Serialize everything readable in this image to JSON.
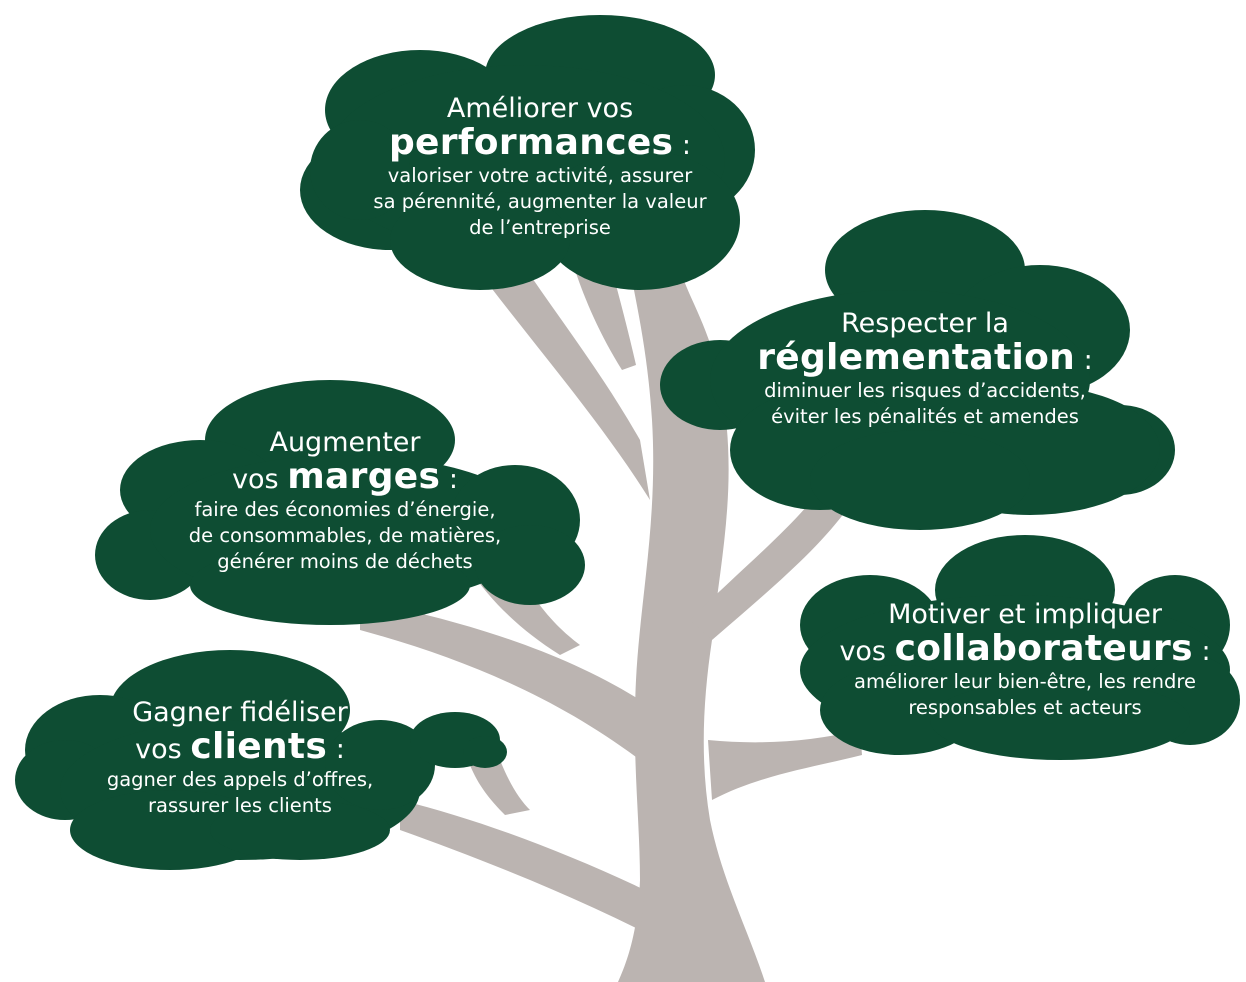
{
  "colors": {
    "canopy": "#0e4d33",
    "trunk": "#bbb4b1",
    "text": "#ffffff",
    "background": "#ffffff"
  },
  "clouds": {
    "performances": {
      "line1": "Améliorer vos",
      "pre": "",
      "keyword": "performances",
      "colon": ":",
      "description": [
        "valoriser votre activité, assurer",
        "sa pérennité, augmenter la valeur",
        "de l’entreprise"
      ]
    },
    "reglementation": {
      "line1": "Respecter la",
      "pre": "",
      "keyword": "réglementation",
      "colon": ":",
      "description": [
        "diminuer les risques d’accidents,",
        "éviter les pénalités et amendes"
      ]
    },
    "marges": {
      "line1": "Augmenter",
      "pre": "vos",
      "keyword": "marges",
      "colon": ":",
      "description": [
        "faire des économies d’énergie,",
        "de consommables, de matières,",
        "générer moins de déchets"
      ]
    },
    "collaborateurs": {
      "line1": "Motiver et impliquer",
      "pre": "vos",
      "keyword": "collaborateurs",
      "colon": ":",
      "description": [
        "améliorer leur bien-être, les rendre",
        "responsables et acteurs"
      ]
    },
    "clients": {
      "line1": "Gagner fidéliser",
      "pre": "vos",
      "keyword": "clients",
      "colon": ":",
      "description": [
        "gagner des appels d’offres,",
        "rassurer les clients"
      ]
    }
  }
}
